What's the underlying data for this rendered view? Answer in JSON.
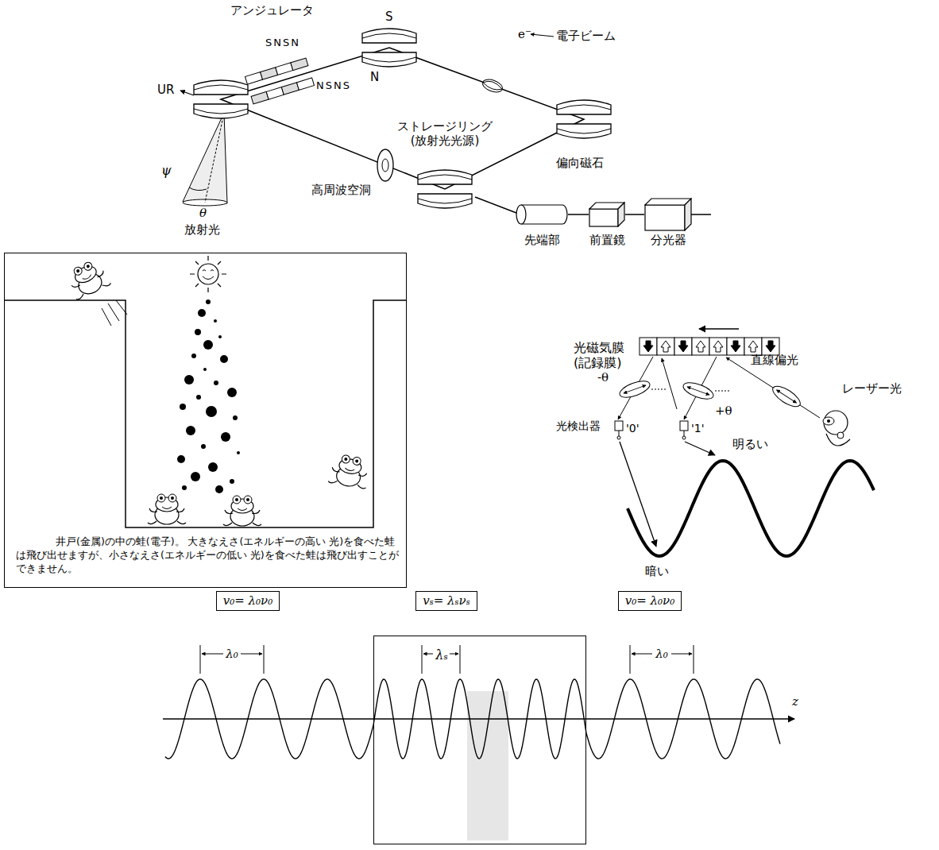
{
  "diagram": {
    "nodes": [
      {
        "text": [
          "先端部"
        ]
      },
      {
        "text": [
          "前置鏡"
        ]
      },
      {
        "text": [
          "分光器"
        ]
      },
      {
        "text": [
          "井戸(金属)の中の蛙(電子)。 大きなえさ(エネルギーの高い 光)を食べた蛙は飛び出せますが、小さなえさ(エネルギーの低い 光)を食べた蛙は飛び出すことができません。"
        ]
      },
      {
        "text": [
          "v₀= λ₀ν₀"
        ]
      },
      {
        "text": [
          "vₛ= λₛνₛ"
        ]
      },
      {
        "text": [
          "v₀= λ₀ν₀"
        ]
      },
      {
        "text": [
          "λₛ"
        ]
      }
    ],
    "edges": [
      {
        "from": 0,
        "to": 1,
        "arrow": "none"
      },
      {
        "from": 1,
        "to": 2,
        "arrow": "none"
      }
    ],
    "labels": [
      "アンジュレータ",
      "S",
      "SNSN",
      "N",
      "NSNS",
      "e⁻",
      "電子ビーム",
      "ストレージリング (放射光光源)",
      "偏向磁石",
      "UR",
      "ψ",
      "θ",
      "放射光",
      "高周波空洞",
      "光磁気膜 (記録膜)",
      "直線偏光",
      "レーザー光",
      "-θ",
      "+θ",
      "光検出器",
      "'0'",
      "'1'",
      "明るい",
      "暗い",
      "λ₀",
      "λ₀",
      "z"
    ]
  }
}
